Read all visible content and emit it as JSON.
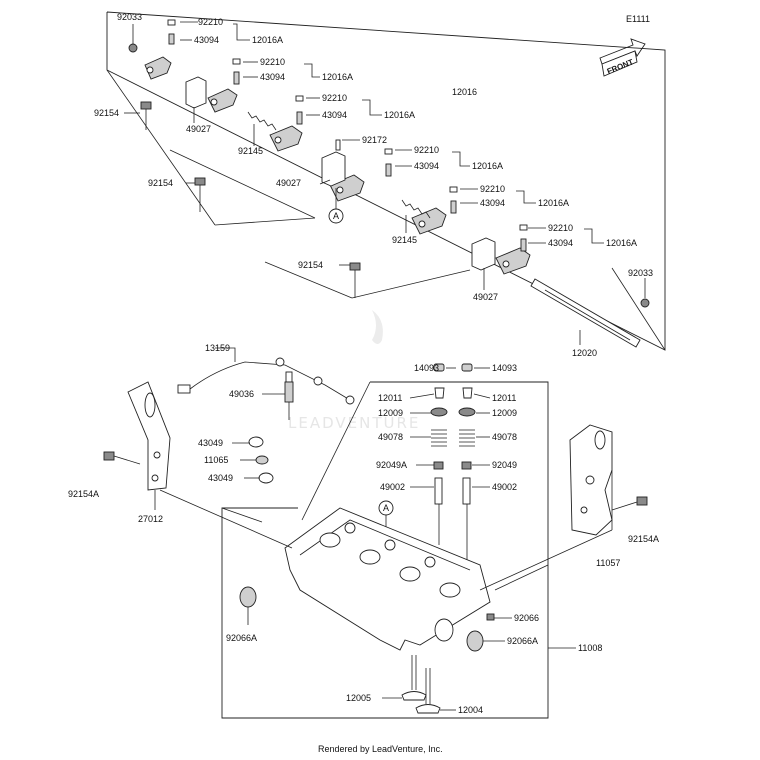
{
  "figure_code": "E1111",
  "front_label": "FRONT",
  "footer": "Rendered by LeadVenture, Inc.",
  "watermark": "LEADVENTURE",
  "marker_a": "A",
  "labels": {
    "p92033_tl": "92033",
    "p92210_1": "92210",
    "p43094_1": "43094",
    "p12016A_1": "12016A",
    "p92210_2": "92210",
    "p43094_2": "43094",
    "p12016A_2": "12016A",
    "p92154_1": "92154",
    "p49027_1": "49027",
    "p92210_3": "92210",
    "p43094_3": "43094",
    "p12016A_3": "12016A",
    "p12016": "12016",
    "p92145_1": "92145",
    "p92172": "92172",
    "p92154_2": "92154",
    "p49027_2": "49027",
    "p92210_4": "92210",
    "p43094_4": "43094",
    "p12016A_4": "12016A",
    "p92210_5": "92210",
    "p43094_5": "43094",
    "p12016A_5": "12016A",
    "p92145_2": "92145",
    "p92210_6": "92210",
    "p43094_6": "43094",
    "p12016A_6": "12016A",
    "p92154_3": "92154",
    "p92033_r": "92033",
    "p49027_3": "49027",
    "p12020": "12020",
    "p13159": "13159",
    "p14093_1": "14093",
    "p14093_2": "14093",
    "p49036": "49036",
    "p12011_1": "12011",
    "p12011_2": "12011",
    "p12009_1": "12009",
    "p12009_2": "12009",
    "p49078_1": "49078",
    "p49078_2": "49078",
    "p43049_1": "43049",
    "p11065": "11065",
    "p43049_2": "43049",
    "p92049A": "92049A",
    "p92049": "92049",
    "p49002_1": "49002",
    "p49002_2": "49002",
    "p92154A_l": "92154A",
    "p27012": "27012",
    "p92154A_r": "92154A",
    "p11057": "11057",
    "p92066": "92066",
    "p92066A_r": "92066A",
    "p92066A_l": "92066A",
    "p11008": "11008",
    "p12005": "12005",
    "p12004": "12004"
  }
}
